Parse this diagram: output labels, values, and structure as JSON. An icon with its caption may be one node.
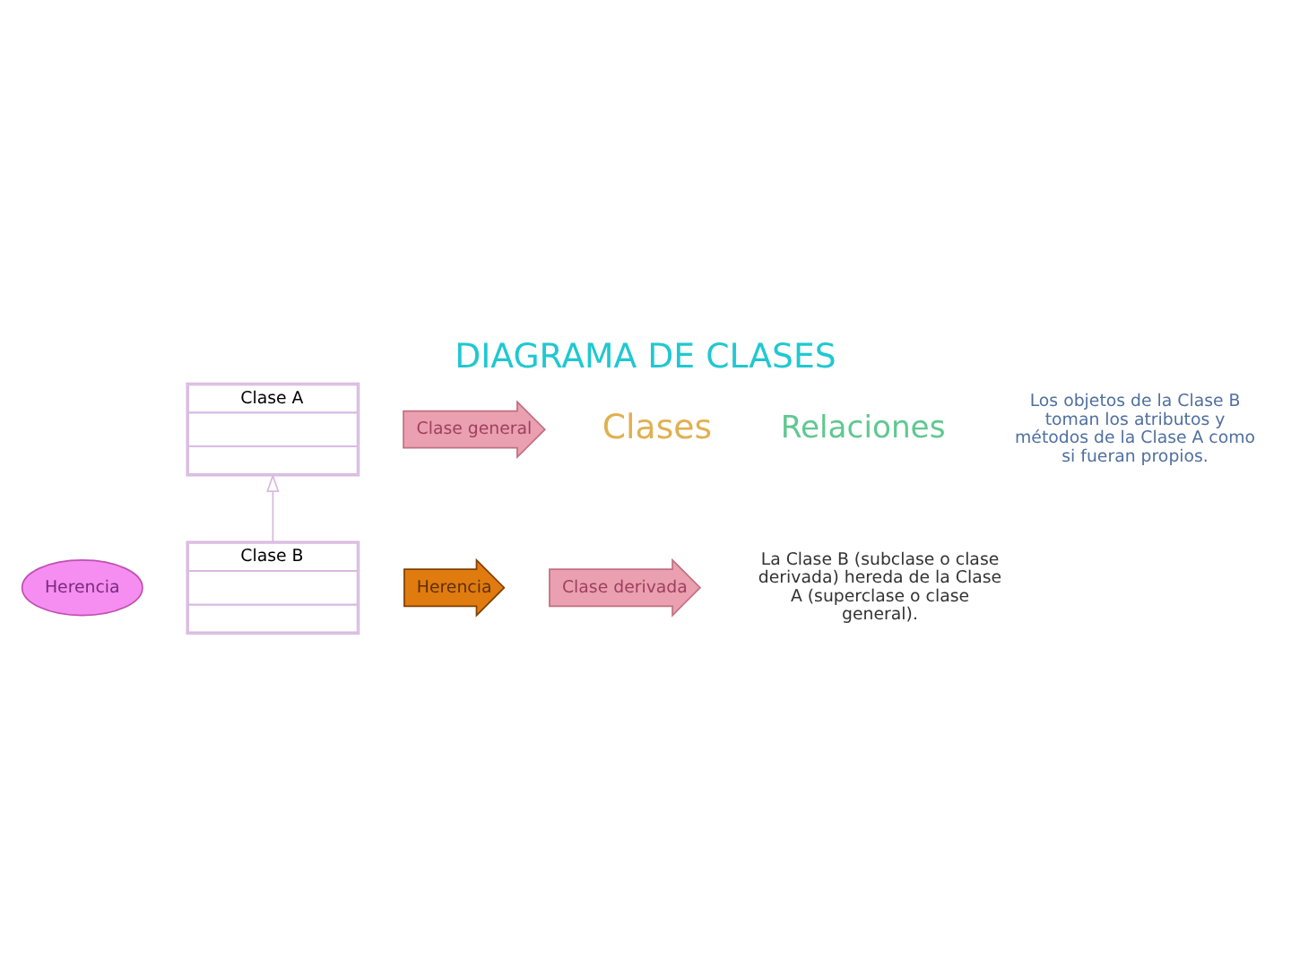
{
  "diagram": {
    "title": "DIAGRAMA DE CLASES",
    "nodes": [
      {
        "text": [
          "Herencia"
        ]
      },
      {
        "text": [
          "Clase A"
        ]
      },
      {
        "text": [
          "Clase B"
        ]
      },
      {
        "text": [
          "Clase general"
        ]
      },
      {
        "text": [
          "Herencia"
        ]
      },
      {
        "text": [
          "Clase derivada"
        ]
      }
    ],
    "edges": [
      {
        "from": 2,
        "to": 1,
        "arrow": "to"
      }
    ],
    "labels": [
      "Clases",
      "Relaciones",
      "La Clase B (subclase o clase derivada) hereda de la Clase A (superclase o clase general).",
      "Los objetos de la Clase B toman los atributos y métodos de la Clase A como si fueran propios."
    ]
  }
}
